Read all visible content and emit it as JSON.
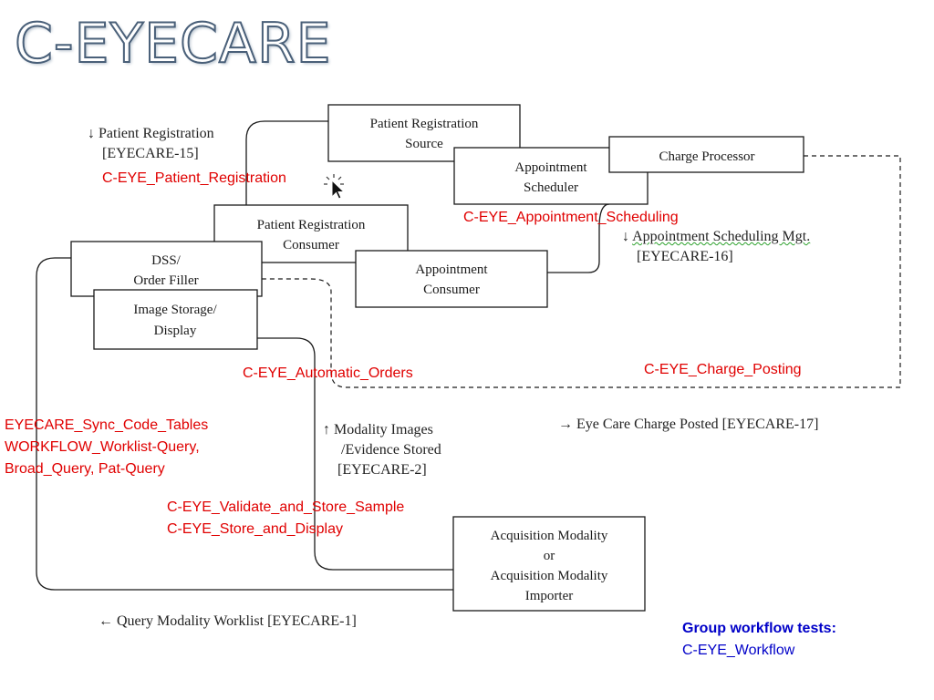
{
  "title": "C-EYECARE",
  "actors": {
    "prs": [
      "Patient Registration",
      "Source"
    ],
    "prc": [
      "Patient Registration",
      "Consumer"
    ],
    "sched": [
      "Appointment",
      "Scheduler"
    ],
    "charge": [
      "Charge Processor"
    ],
    "appc": [
      "Appointment",
      "Consumer"
    ],
    "dss": [
      "DSS/",
      "Order Filler"
    ],
    "img": [
      "Image Storage/",
      "Display"
    ],
    "acq": [
      "Acquisition Modality",
      "or",
      "Acquisition Modality",
      "Importer"
    ]
  },
  "transactions": {
    "pat_reg": {
      "arrow": "↓",
      "name": "Patient Registration",
      "code": "[EYECARE-15]"
    },
    "appt": {
      "arrow": "↓",
      "name": "Appointment Scheduling Mgt.",
      "code": "[EYECARE-16]"
    },
    "charge": {
      "arrow": "→",
      "text": "Eye Care Charge Posted [EYECARE-17]"
    },
    "modality": {
      "arrow": "↑",
      "line1": "Modality Images",
      "line2": "/Evidence Stored",
      "code": "[EYECARE-2]"
    },
    "query": {
      "arrow": "←",
      "text": "Query Modality Worklist [EYECARE-1]"
    }
  },
  "tests": {
    "patient_registration": "C-EYE_Patient_Registration",
    "appointment_scheduling": "C-EYE_Appointment_Scheduling",
    "automatic_orders": "C-EYE_Automatic_Orders",
    "charge_posting": "C-EYE_Charge_Posting",
    "sync_lines": [
      "EYECARE_Sync_Code_Tables",
      "WORKFLOW_Worklist-Query,",
      "Broad_Query, Pat-Query"
    ],
    "validate_store": "C-EYE_Validate_and_Store_Sample",
    "store_display": "C-EYE_Store_and_Display"
  },
  "group": {
    "heading": "Group workflow tests:",
    "name": "C-EYE_Workflow"
  },
  "colors": {
    "test_text": "#e00000",
    "group_text": "#0000c8",
    "title_outline": "#4a6079",
    "box_stroke": "#1a1a1a"
  }
}
